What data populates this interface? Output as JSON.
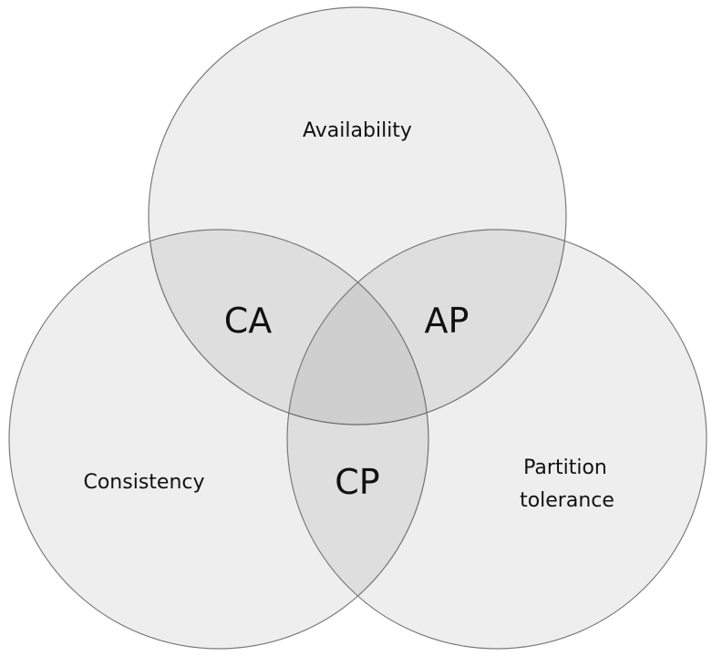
{
  "sets": {
    "availability": "Availability",
    "consistency": "Consistency",
    "partition_line1": "Partition",
    "partition_line2": "tolerance"
  },
  "intersections": {
    "ca": "CA",
    "ap": "AP",
    "cp": "CP"
  }
}
